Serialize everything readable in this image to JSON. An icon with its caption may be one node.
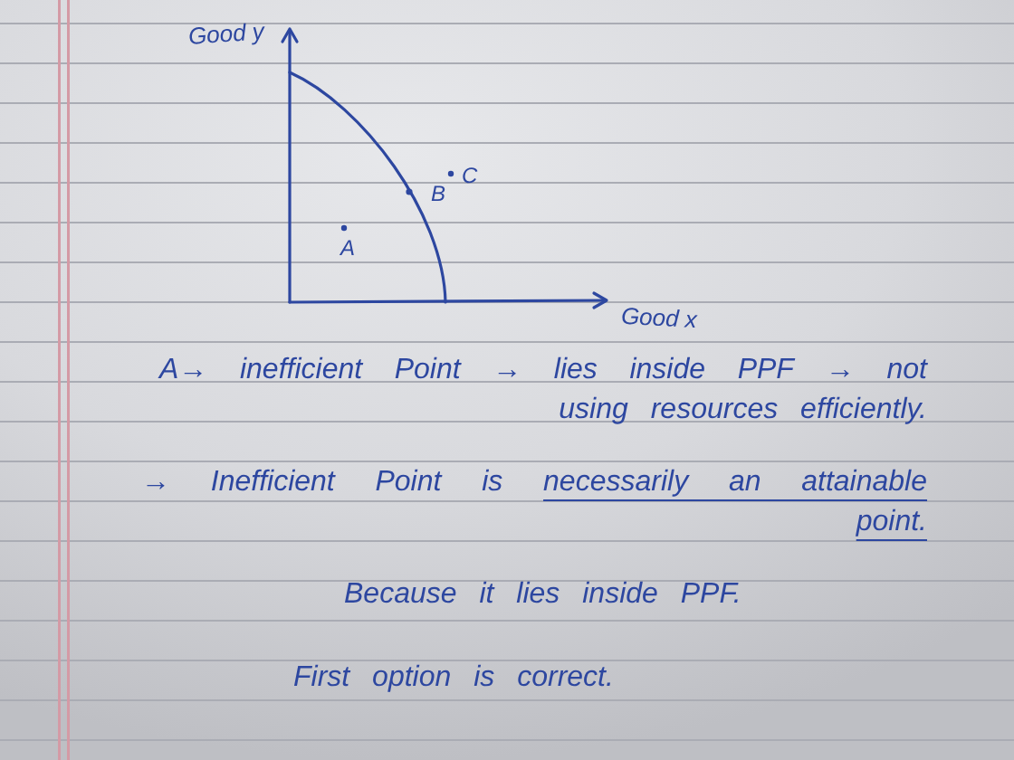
{
  "diagram": {
    "labels": [
      "Good y",
      "C",
      "B",
      "A",
      "Good x",
      "A→ inefficient Point → lies inside PPF → not using resources efficiently.",
      "→ Inefficient Point is necessarily an attainable point.",
      "Because it lies inside PPF.",
      "First option is correct."
    ]
  }
}
